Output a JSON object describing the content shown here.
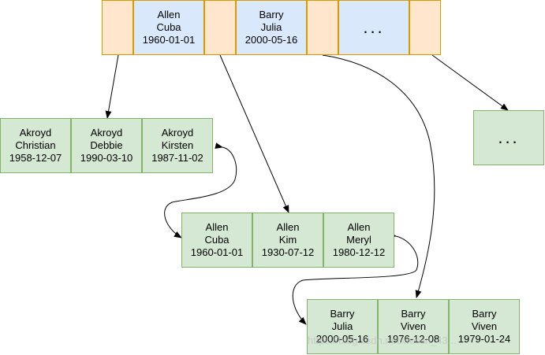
{
  "colors": {
    "pointer_fill": "#ffe6cc",
    "pointer_stroke": "#d79b00",
    "root_key_fill": "#dae8fc",
    "leaf_fill": "#d5e8d4",
    "leaf_stroke": "#82b366",
    "arrow": "#000000"
  },
  "root": {
    "keys": [
      {
        "name": "Allen",
        "first": "Cuba",
        "date": "1960-01-01"
      },
      {
        "name": "Barry",
        "first": "Julia",
        "date": "2000-05-16"
      },
      {
        "more": "..."
      }
    ]
  },
  "leaves": [
    {
      "id": "akroyd",
      "keys": [
        {
          "name": "Akroyd",
          "first": "Christian",
          "date": "1958-12-07"
        },
        {
          "name": "Akroyd",
          "first": "Debbie",
          "date": "1990-03-10"
        },
        {
          "name": "Akroyd",
          "first": "Kirsten",
          "date": "1987-11-02"
        }
      ]
    },
    {
      "id": "allen",
      "keys": [
        {
          "name": "Allen",
          "first": "Cuba",
          "date": "1960-01-01"
        },
        {
          "name": "Allen",
          "first": "Kim",
          "date": "1930-07-12"
        },
        {
          "name": "Allen",
          "first": "Meryl",
          "date": "1980-12-12"
        }
      ]
    },
    {
      "id": "barry",
      "keys": [
        {
          "name": "Barry",
          "first": "Julia",
          "date": "2000-05-16"
        },
        {
          "name": "Barry",
          "first": "Viven",
          "date": "1976-12-08"
        },
        {
          "name": "Barry",
          "first": "Viven",
          "date": "1979-01-24"
        }
      ]
    },
    {
      "id": "more",
      "more": "..."
    }
  ],
  "watermark": "https://blog.csdn.net/weixin_43..."
}
